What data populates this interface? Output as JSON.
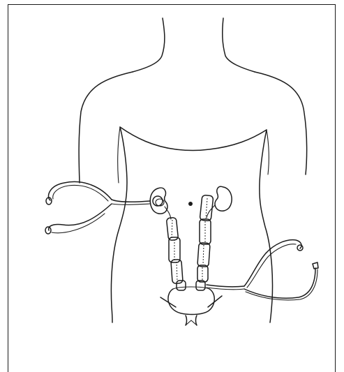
{
  "figure": {
    "kind": "line-drawing",
    "subject": "torso-with-stethoscope-and-urinary-tract",
    "colors": {
      "background": "#ffffff",
      "ink": "#1c1c1c"
    },
    "icons": [
      "torso-outline",
      "kidney-icon",
      "ureter-icon",
      "bladder-icon",
      "stethoscope-icon",
      "navel-dot-icon"
    ]
  }
}
